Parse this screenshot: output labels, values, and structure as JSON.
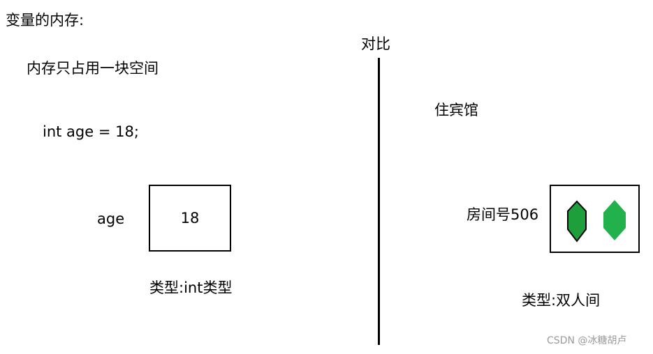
{
  "title": "变量的内存:",
  "compare_label": "对比",
  "left": {
    "description": "内存只占用一块空间",
    "code": "int age = 18;",
    "variable_name": "age",
    "variable_value": "18",
    "type_label": "类型:int类型"
  },
  "right": {
    "heading": "住宾馆",
    "room_number": "房间号506",
    "type_label": "类型:双人间",
    "colors": {
      "occupant_dark": "#1f9e3c",
      "occupant_light": "#22b14c"
    }
  },
  "watermark": "CSDN @冰糖胡卢"
}
